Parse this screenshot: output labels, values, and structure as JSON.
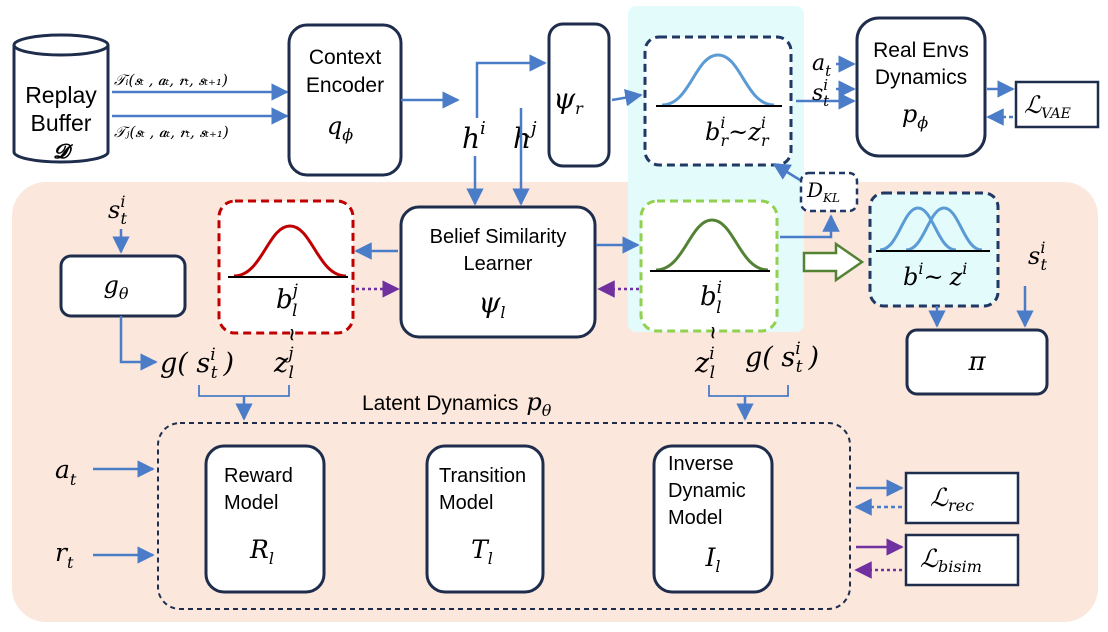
{
  "colors": {
    "arrow_blue": "#4a7cc7",
    "box_stroke": "#1f2d4d",
    "peach_bg": "#fbe7dc",
    "cyan_bg": "#e3fbfb",
    "red": "#c00000",
    "green": "#548235",
    "green_dash": "#92d050",
    "blue_curve": "#5b9bd5",
    "purple": "#7030a0"
  },
  "nodes": {
    "replay_buffer": {
      "line1": "Replay",
      "line2": "Buffer",
      "symbol": "𝓓"
    },
    "traj_i": "𝒯ᵢ(𝒔ₜ , 𝒂ₜ, 𝒓ₜ, 𝒔ₜ₊₁)",
    "traj_j": "𝒯ⱼ(𝒔ₜ , 𝒂ₜ, 𝒓ₜ, 𝒔ₜ₊₁)",
    "context_encoder": {
      "line1": "Context",
      "line2": "Encoder",
      "symbol": "q"
    },
    "h_i": "h",
    "h_j": "h",
    "psi_r": "ψ",
    "b_r": "b",
    "z_r": "z",
    "real_envs": {
      "line1": "Real Envs",
      "line2": "Dynamics",
      "symbol": "p"
    },
    "a_t_top": "a",
    "s_t_top": "s",
    "loss_vae": "ℒ",
    "loss_vae_sub": "VAE",
    "d_kl": "D",
    "d_kl_sub": "KL",
    "s_t_left": "s",
    "g_theta": "g",
    "belief_learner": {
      "line1": "Belief Similarity",
      "line2": "Learner",
      "symbol": "ψ"
    },
    "b_l_j": "b",
    "b_l_i": "b",
    "b_z_label": "b",
    "z_label": "z",
    "s_t_right": "s",
    "pi": "π",
    "g_s_left": "g( s",
    "z_l_j": "z",
    "z_l_i": "z",
    "g_s_right": "g( s",
    "latent_dynamics": "Latent Dynamics",
    "latent_symbol": "p",
    "a_t_bottom": "a",
    "r_t_bottom": "r",
    "reward_model": {
      "line1": "Reward",
      "line2": "Model",
      "symbol": "R"
    },
    "transition_model": {
      "line1": "Transition",
      "line2": "Model",
      "symbol": "T"
    },
    "inverse_model": {
      "line1": "Inverse",
      "line2": "Dynamic",
      "line3": "Model",
      "symbol": "I"
    },
    "loss_rec": "ℒ",
    "loss_rec_sub": "rec",
    "loss_bisim": "ℒ",
    "loss_bisim_sub": "bisim",
    "sub_phi": "ϕ",
    "sub_theta": "θ",
    "sub_t": "t",
    "sub_l": "l",
    "sub_r": "r",
    "sup_i": "i",
    "sup_j": "j",
    "tilde": "~",
    "close_paren": ")"
  }
}
